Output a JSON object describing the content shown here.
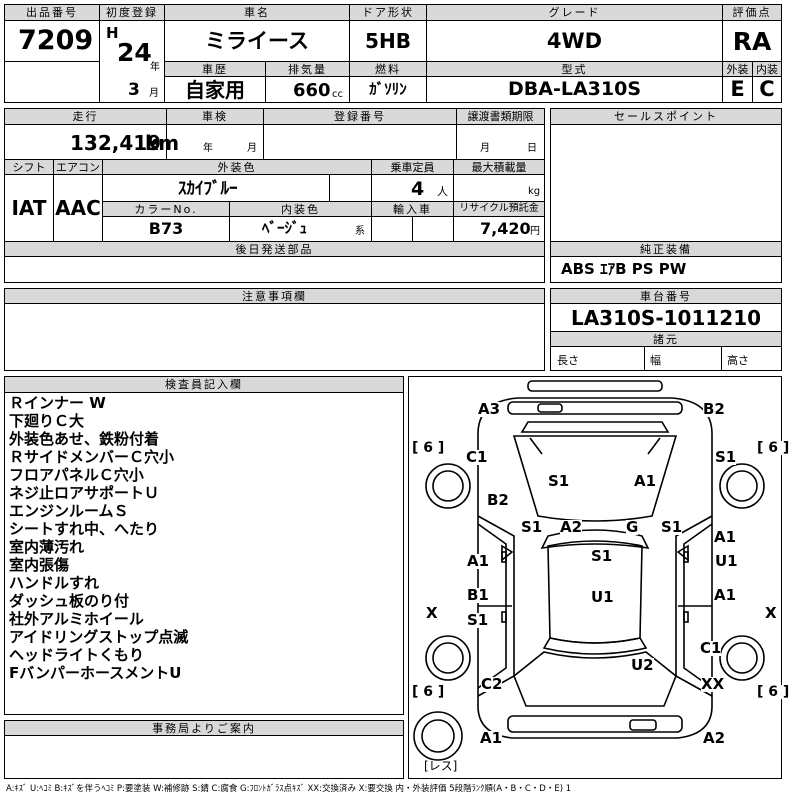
{
  "top": {
    "lot_label": "出品番号",
    "lot_number": "7209",
    "first_reg_label": "初度登録",
    "era": "H",
    "year_num": "24",
    "year_unit": "年",
    "month_num": "3",
    "month_unit": "月",
    "name_label": "車名",
    "name": "ミライース",
    "doors_label": "ドア形状",
    "doors": "5HB",
    "grade_label": "グレード",
    "grade": "4WD",
    "score_label": "評価点",
    "score": "RA",
    "history_label": "車歴",
    "history": "自家用",
    "displacement_label": "排気量",
    "displacement": "660",
    "displacement_unit": "cc",
    "fuel_label": "燃料",
    "fuel": "ｶﾞｿﾘﾝ",
    "model_label": "型式",
    "model": "DBA-LA310S",
    "exterior_label": "外装",
    "exterior": "E",
    "interior_label": "内装",
    "interior": "C"
  },
  "mid": {
    "mileage_label": "走行",
    "mileage": "132,419",
    "mileage_unit": "km",
    "inspection_label": "車検",
    "insp_year": "年",
    "insp_month": "月",
    "reg_no_label": "登録番号",
    "deadline_label": "譲渡書類期限",
    "deadline_month": "月",
    "deadline_day": "日",
    "shift_label": "シフト",
    "shift": "IAT",
    "ac_label": "エアコン",
    "ac": "AAC",
    "color_label": "外装色",
    "color": "ｽｶｲﾌﾞﾙｰ",
    "capacity_label": "乗車定員",
    "capacity": "4",
    "capacity_unit": "人",
    "load_label": "最大積載量",
    "load_unit": "kg",
    "color_no_label": "カラーNo.",
    "color_no": "B73",
    "int_color_label": "内装色",
    "int_color": "ﾍﾞｰｼﾞｭ",
    "int_color_unit": "系",
    "import_label": "輸入車",
    "recycle_label": "リサイクル預託金",
    "recycle": "7,420",
    "recycle_unit": "円",
    "later_label": "後日発送部品"
  },
  "right": {
    "sales_label": "セールスポイント",
    "equip_label": "純正装備",
    "equip": "ABS ｴｱB PS PW",
    "chassis_label": "車台番号",
    "chassis": "LA310S-1011210",
    "specs_label": "諸元",
    "length_label": "長さ",
    "width_label": "幅",
    "height_label": "高さ"
  },
  "notes": {
    "label": "注意事項欄"
  },
  "inspector": {
    "label": "検査員記入欄",
    "lines": [
      "Ｒインナー W",
      "下廻りＣ大",
      "外装色あせ、鉄粉付着",
      "ＲサイドメンバーＣ穴小",
      "フロアパネルＣ穴小",
      "ネジ止ロアサポートＵ",
      "エンジンルームＳ",
      "シートすれ中、へたり",
      "室内薄汚れ",
      "室内張傷",
      "ハンドルすれ",
      "ダッシュ板のり付",
      "社外アルミホイール",
      "アイドリングストップ点滅",
      "ヘッドライトくもり",
      "FバンパーホースメントU"
    ]
  },
  "office": {
    "label": "事務局よりご案内"
  },
  "diagram": {
    "tire_marks": [
      "[ 6 ]",
      "[ 6 ]",
      "[ 6 ]",
      "[ 6 ]"
    ],
    "spare": "[レス]",
    "damage": {
      "a3": "A3",
      "b2_tr": "B2",
      "c1_l": "C1",
      "s1_r": "S1",
      "b2_l": "B2",
      "s1_hood": "S1",
      "a1_hood": "A1",
      "s1_fl": "S1",
      "a2": "A2",
      "g": "G",
      "s1_fr": "S1",
      "s1_center": "S1",
      "a1_ld": "A1",
      "a1_rd": "A1",
      "u1_rd": "U1",
      "x_l": "X",
      "x_r": "X",
      "b1": "B1",
      "s1_lr": "S1",
      "u1_roof": "U1",
      "a1_rr": "A1",
      "c1_rr": "C1",
      "u2": "U2",
      "c2": "C2",
      "xx": "XX",
      "a1_bl": "A1",
      "a2_br": "A2"
    }
  },
  "legend": "A:ｷｽﾞ U:ﾍｺﾐ B:ｷｽﾞを伴うﾍｺﾐ P:要塗装 W:補修跡 S:錆 C:腐食 G:ﾌﾛﾝﾄｶﾞﾗｽ点ｷｽﾞ XX:交換済み X:要交換 内・外装評価 5段階ﾗﾝｸ順(A・B・C・D・E) 1"
}
